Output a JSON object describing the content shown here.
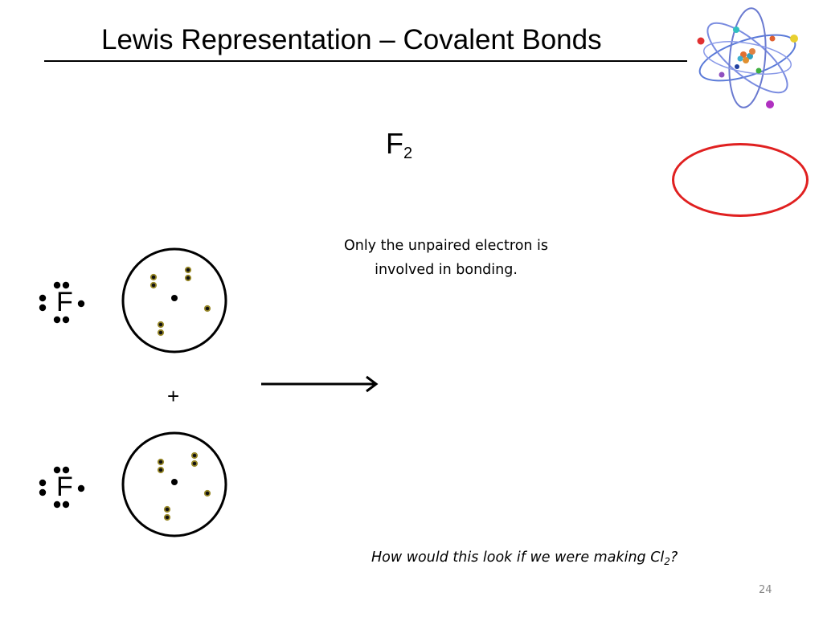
{
  "slide": {
    "title": "Lewis Representation – Covalent Bonds",
    "formula_main": "F",
    "formula_sub": "2",
    "note": "Only the unpaired electron is involved in bonding.",
    "plus": "+",
    "question_main": "How would this look if we were making Cl",
    "question_sub": "2",
    "question_end": "?",
    "page_number": "24"
  },
  "lewis_atoms": [
    {
      "symbol": "F"
    },
    {
      "symbol": "F"
    }
  ],
  "colors": {
    "ellipse": "#e02020",
    "electron_ring": "#9a8a2a",
    "text": "#000000"
  },
  "icons": {
    "atom_logo": "atom-model-icon",
    "arrow": "right-arrow-icon"
  }
}
